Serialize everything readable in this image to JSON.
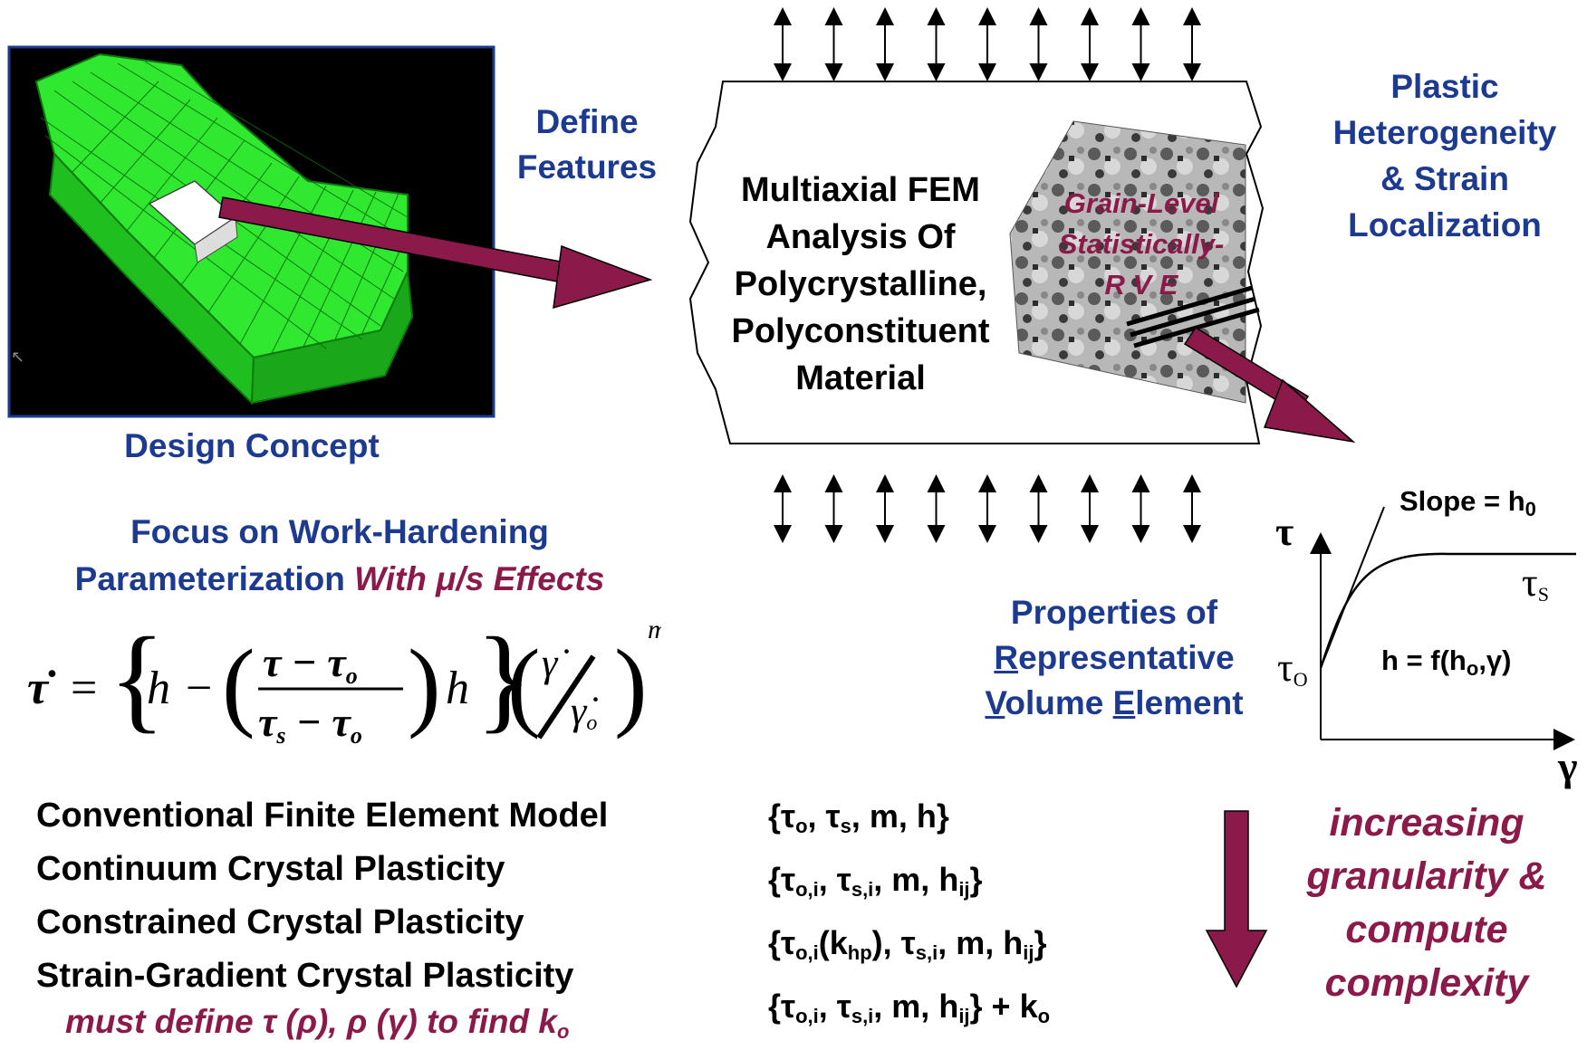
{
  "labels": {
    "design_concept": "Design Concept",
    "define_features": [
      "Define",
      "Features"
    ],
    "fem_box": [
      "Multiaxial FEM",
      "Analysis Of",
      "Polycrystalline,",
      "Polyconstituent",
      "Material"
    ],
    "rve_overlay": [
      "Grain-Level",
      "Statistically-",
      "R V E"
    ],
    "plastic": [
      "Plastic",
      "Heterogeneity",
      "& Strain",
      "Localization"
    ],
    "focus_line1": "Focus on  Work-Hardening",
    "focus_line2": "Parameterization",
    "focus_line2_emph": "With μ/s Effects",
    "rve_props": [
      "Properties of",
      "Representative",
      "Volume Element"
    ],
    "increasing": [
      "increasing",
      "granularity &",
      "compute",
      "complexity"
    ]
  },
  "curve": {
    "y_axis": "τ",
    "x_axis": "γ",
    "slope_label": "Slope = h",
    "slope_sub": "0",
    "tau_s": "τ",
    "tau_s_sub": "S",
    "tau_o": "τ",
    "tau_o_sub": "O",
    "h_label": "h = f(h",
    "h_label_sub": "o",
    "h_label_end": ",γ)"
  },
  "models": [
    {
      "name": "Conventional Finite Element Model",
      "params": "{τo, τs, m, h}"
    },
    {
      "name": "Continuum Crystal Plasticity",
      "params": "{τo,i, τs,i, m, hij}"
    },
    {
      "name": "Constrained Crystal Plasticity",
      "params": "{τo,i(khp), τs,i, m, hij}"
    },
    {
      "name": "Strain-Gradient Crystal Plasticity",
      "params": "{τo,i, τs,i, m, hij} + ko"
    }
  ],
  "footnote": "must define τ (ρ), ρ (γ) to find k",
  "footnote_sub": "o",
  "equation": {
    "lhs": "τ̇",
    "h": "h",
    "tau": "τ",
    "tau_o": "τo",
    "tau_s": "τs",
    "gamma_dot": "γ̇",
    "gamma_dot_o": "γ̇o",
    "m": "m"
  },
  "colors": {
    "blue": "#1c3a8f",
    "maroon": "#8b1a4a",
    "mesh_green": "#2fe82f"
  }
}
